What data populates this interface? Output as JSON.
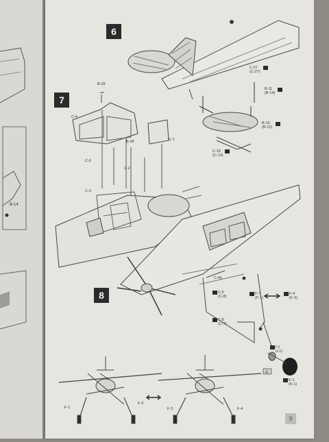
{
  "steps": {
    "s6": "6",
    "s7": "7",
    "s8": "8"
  },
  "left_page": {
    "part": "B-14"
  },
  "step6_parts": [
    {
      "code": "C-27",
      "alt": "(C-27)"
    },
    {
      "code": "B-11",
      "alt": "(B-14)"
    },
    {
      "code": "B-15",
      "alt": "(B-12)"
    },
    {
      "code": "C-16",
      "alt": "(C-13)"
    }
  ],
  "step7_parts": {
    "b29": "B-29",
    "c4": "C-4",
    "b28": "B-28",
    "c1": "C-1",
    "c6": "C-6",
    "c2": "C-2",
    "c3": "C-3"
  },
  "step8_parts": {
    "c45": "C-45",
    "c5": {
      "code": "C-5",
      "alt": "(C-8)"
    },
    "c8": {
      "code": "C-8",
      "alt": "(C-7)"
    },
    "f7": {
      "code": "F-7",
      "alt": "(F-1)"
    },
    "f4": {
      "code": "F-4",
      "alt": "(F-3)"
    },
    "i1": {
      "code": "I-1",
      "alt": "(I-1)"
    },
    "k1": {
      "code": "K-1",
      "alt": "(K-1)"
    },
    "a_mark": "A"
  },
  "front_views": {
    "f1": "F-1",
    "f2": "F-2",
    "f3": "F-3",
    "f4": "F-4"
  },
  "page_number": "9"
}
